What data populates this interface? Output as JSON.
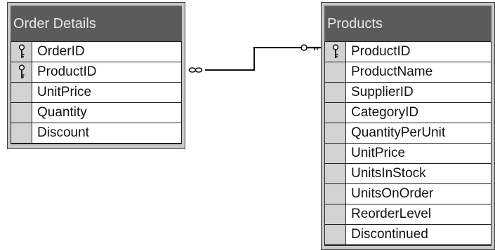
{
  "tables": {
    "order_details": {
      "title": "Order Details",
      "columns": [
        {
          "name": "OrderID",
          "icon": "key-icon"
        },
        {
          "name": "ProductID",
          "icon": "key-icon"
        },
        {
          "name": "UnitPrice",
          "icon": ""
        },
        {
          "name": "Quantity",
          "icon": ""
        },
        {
          "name": "Discount",
          "icon": ""
        }
      ]
    },
    "products": {
      "title": "Products",
      "columns": [
        {
          "name": "ProductID",
          "icon": "key-icon"
        },
        {
          "name": "ProductName",
          "icon": ""
        },
        {
          "name": "SupplierID",
          "icon": ""
        },
        {
          "name": "CategoryID",
          "icon": ""
        },
        {
          "name": "QuantityPerUnit",
          "icon": ""
        },
        {
          "name": "UnitPrice",
          "icon": ""
        },
        {
          "name": "UnitsInStock",
          "icon": ""
        },
        {
          "name": "UnitsOnOrder",
          "icon": ""
        },
        {
          "name": "ReorderLevel",
          "icon": ""
        },
        {
          "name": "Discontinued",
          "icon": ""
        }
      ]
    }
  },
  "relationship": {
    "from": "Order Details.ProductID",
    "to": "Products.ProductID",
    "from_end": "infinity-icon",
    "to_end": "key-icon"
  }
}
